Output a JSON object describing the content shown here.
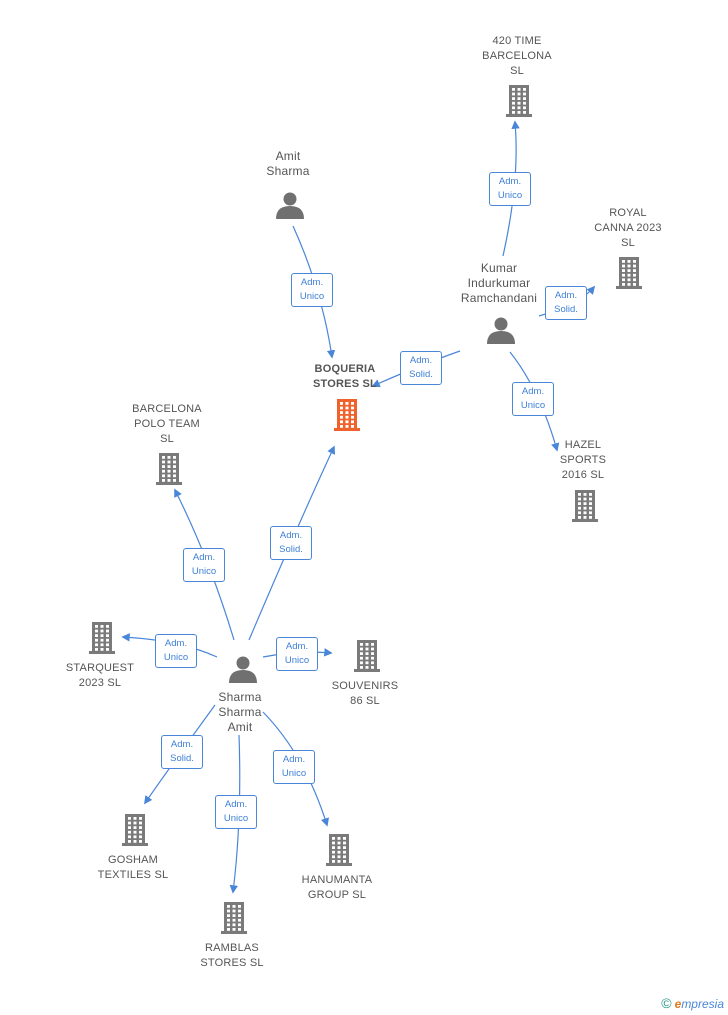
{
  "colors": {
    "edge": "#4a86d8",
    "building": "#7a7a7a",
    "focus_building": "#f0622c",
    "person": "#707070"
  },
  "nodes": [
    {
      "id": "boqueria",
      "type": "company",
      "focus": true,
      "label": "BOQUERIA\nSTORES  SL"
    },
    {
      "id": "amit",
      "type": "person",
      "label": "Amit\nSharma"
    },
    {
      "id": "kumar",
      "type": "person",
      "label": "Kumar\nIndurkumar\nRamchandani"
    },
    {
      "id": "t420",
      "type": "company",
      "label": "420 TIME\nBARCELONA\nSL"
    },
    {
      "id": "royal",
      "type": "company",
      "label": "ROYAL\nCANNA 2023\nSL"
    },
    {
      "id": "hazel",
      "type": "company",
      "label": "HAZEL\nSPORTS\n2016  SL"
    },
    {
      "id": "bpt",
      "type": "company",
      "label": "BARCELONA\nPOLO TEAM\nSL"
    },
    {
      "id": "ssa",
      "type": "person",
      "label": "Sharma\nSharma\nAmit"
    },
    {
      "id": "starquest",
      "type": "company",
      "label": "STARQUEST\n2023  SL"
    },
    {
      "id": "souvenirs",
      "type": "company",
      "label": "SOUVENIRS\n86  SL"
    },
    {
      "id": "gosham",
      "type": "company",
      "label": "GOSHAM\nTEXTILES  SL"
    },
    {
      "id": "ramblas",
      "type": "company",
      "label": "RAMBLAS\nSTORES  SL"
    },
    {
      "id": "hanumanta",
      "type": "company",
      "label": "HANUMANTA\nGROUP  SL"
    }
  ],
  "edges": [
    {
      "from": "amit",
      "to": "boqueria",
      "label": "Adm.\nUnico"
    },
    {
      "from": "kumar",
      "to": "boqueria",
      "label": "Adm.\nSolid."
    },
    {
      "from": "kumar",
      "to": "t420",
      "label": "Adm.\nUnico"
    },
    {
      "from": "kumar",
      "to": "royal",
      "label": "Adm.\nSolid."
    },
    {
      "from": "kumar",
      "to": "hazel",
      "label": "Adm.\nUnico"
    },
    {
      "from": "ssa",
      "to": "boqueria",
      "label": "Adm.\nSolid."
    },
    {
      "from": "ssa",
      "to": "bpt",
      "label": "Adm.\nUnico"
    },
    {
      "from": "ssa",
      "to": "starquest",
      "label": "Adm.\nUnico"
    },
    {
      "from": "ssa",
      "to": "souvenirs",
      "label": "Adm.\nUnico"
    },
    {
      "from": "ssa",
      "to": "gosham",
      "label": "Adm.\nSolid."
    },
    {
      "from": "ssa",
      "to": "ramblas",
      "label": "Adm.\nUnico"
    },
    {
      "from": "ssa",
      "to": "hanumanta",
      "label": "Adm.\nUnico"
    }
  ],
  "brand": {
    "copyright": "©",
    "initial": "e",
    "rest": "mpresia"
  }
}
